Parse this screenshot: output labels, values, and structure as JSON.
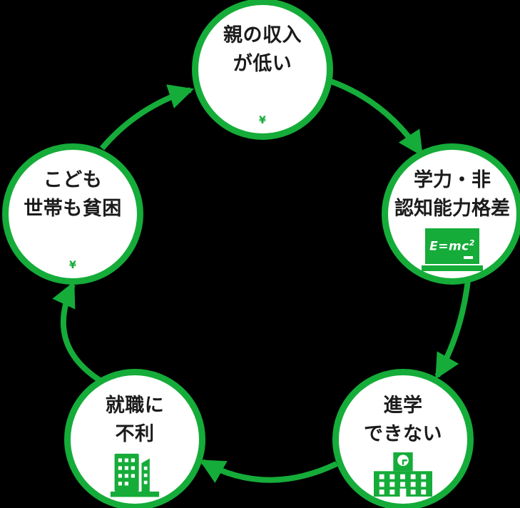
{
  "diagram": {
    "type": "cycle",
    "background_color": "#000000",
    "accent_color": "#15AC39",
    "text_color": "#1B1B1B",
    "node_fill": "#FFFFFF",
    "nodes": [
      {
        "id": "parent-income",
        "position": "top",
        "lines": [
          "親の収入",
          "が低い"
        ],
        "icon": "money-bags-icon",
        "icon_symbol": "¥"
      },
      {
        "id": "ability-gap",
        "position": "right",
        "lines": [
          "学力・非",
          "認知能力格差"
        ],
        "icon": "blackboard-icon",
        "formula_base": "E=mc",
        "formula_exponent": "2"
      },
      {
        "id": "no-advancement",
        "position": "bottom-right",
        "lines": [
          "進学",
          "できない"
        ],
        "icon": "school-icon"
      },
      {
        "id": "job-disadvantage",
        "position": "bottom-left",
        "lines": [
          "就職に",
          "不利"
        ],
        "icon": "office-buildings-icon"
      },
      {
        "id": "child-household-poverty",
        "position": "left",
        "lines": [
          "こども",
          "世帯も貧困"
        ],
        "icon": "money-bags-icon",
        "icon_symbol": "¥"
      }
    ],
    "arrows": [
      {
        "from": "parent-income",
        "to": "ability-gap"
      },
      {
        "from": "ability-gap",
        "to": "no-advancement"
      },
      {
        "from": "no-advancement",
        "to": "job-disadvantage"
      },
      {
        "from": "job-disadvantage",
        "to": "child-household-poverty"
      },
      {
        "from": "child-household-poverty",
        "to": "parent-income"
      }
    ]
  }
}
